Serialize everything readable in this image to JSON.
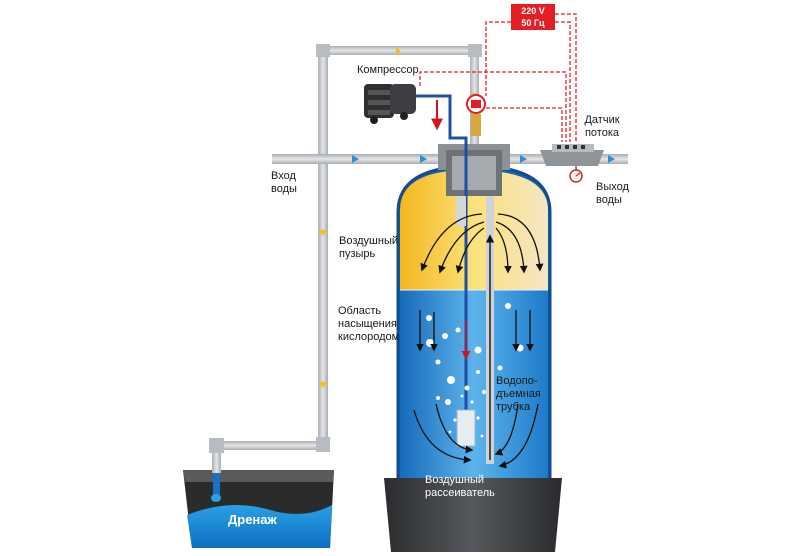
{
  "power": {
    "line1": "220 V",
    "line2": "50 Гц"
  },
  "labels": {
    "compressor": "Компрессор",
    "flow_sensor_1": "Датчик",
    "flow_sensor_2": "потока",
    "water_in_1": "Вход",
    "water_in_2": "воды",
    "water_out_1": "Выход",
    "water_out_2": "воды",
    "air_bubble_1": "Воздушный",
    "air_bubble_2": "пузырь",
    "oxygen_zone_1": "Область",
    "oxygen_zone_2": "насыщения",
    "oxygen_zone_3": "кислородом",
    "riser_1": "Водопо-",
    "riser_2": "дъемная",
    "riser_3": "трубка",
    "diffuser_1": "Воздушный",
    "diffuser_2": "рассеиватель",
    "drain": "Дренаж"
  },
  "colors": {
    "pipe": "#c9ccd0",
    "air_line": "#1f4fa3",
    "wire": "#e31e24",
    "water": "#2a8fd6",
    "air_zone": "#f5c842",
    "flow_arrow": "#f5c400",
    "tank_base": "#3d3f42"
  }
}
